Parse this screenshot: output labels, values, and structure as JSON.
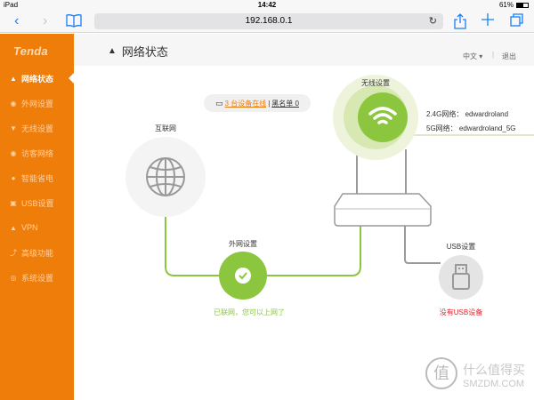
{
  "status_bar": {
    "device": "iPad",
    "time": "14:42",
    "battery": "61%"
  },
  "browser": {
    "url": "192.168.0.1",
    "icons": {
      "back": "chevron-left-icon",
      "forward": "chevron-right-icon",
      "bookmarks": "book-icon",
      "reload": "reload-icon",
      "share": "share-icon",
      "new_tab": "plus-icon",
      "tabs": "tabs-icon"
    }
  },
  "sidebar": {
    "logo": "Tenda",
    "items": [
      {
        "label": "网络状态",
        "icon": "network-status-icon",
        "active": true
      },
      {
        "label": "外网设置",
        "icon": "wan-icon",
        "active": false
      },
      {
        "label": "无线设置",
        "icon": "wifi-icon",
        "active": false
      },
      {
        "label": "访客网络",
        "icon": "guest-icon",
        "active": false
      },
      {
        "label": "智能省电",
        "icon": "bulb-icon",
        "active": false
      },
      {
        "label": "USB设置",
        "icon": "usb-icon",
        "active": false
      },
      {
        "label": "VPN",
        "icon": "vpn-icon",
        "active": false
      },
      {
        "label": "高级功能",
        "icon": "wrench-icon",
        "active": false
      },
      {
        "label": "系统设置",
        "icon": "system-icon",
        "active": false
      }
    ]
  },
  "header": {
    "title": "网络状态",
    "language": "中文",
    "logout": "退出"
  },
  "devices": {
    "online_text": "3 台设备在线",
    "separator": "|",
    "blacklist_text": "黑名单 0"
  },
  "internet": {
    "label": "互联网"
  },
  "wan": {
    "label": "外网设置",
    "status": "已联网，您可以上网了",
    "status_color": "#8cc63f"
  },
  "wireless": {
    "label": "无线设置",
    "networks": [
      {
        "band": "2.4G网络：",
        "ssid": "edwardroland"
      },
      {
        "band": "5G网络：",
        "ssid": "edwardroland_5G"
      }
    ]
  },
  "usb": {
    "label": "USB设置",
    "status": "没有USB设备",
    "status_color": "#e0262d"
  },
  "watermark": {
    "line1": "什么值得买",
    "line2": "SMZDM.COM",
    "seal": "值"
  }
}
